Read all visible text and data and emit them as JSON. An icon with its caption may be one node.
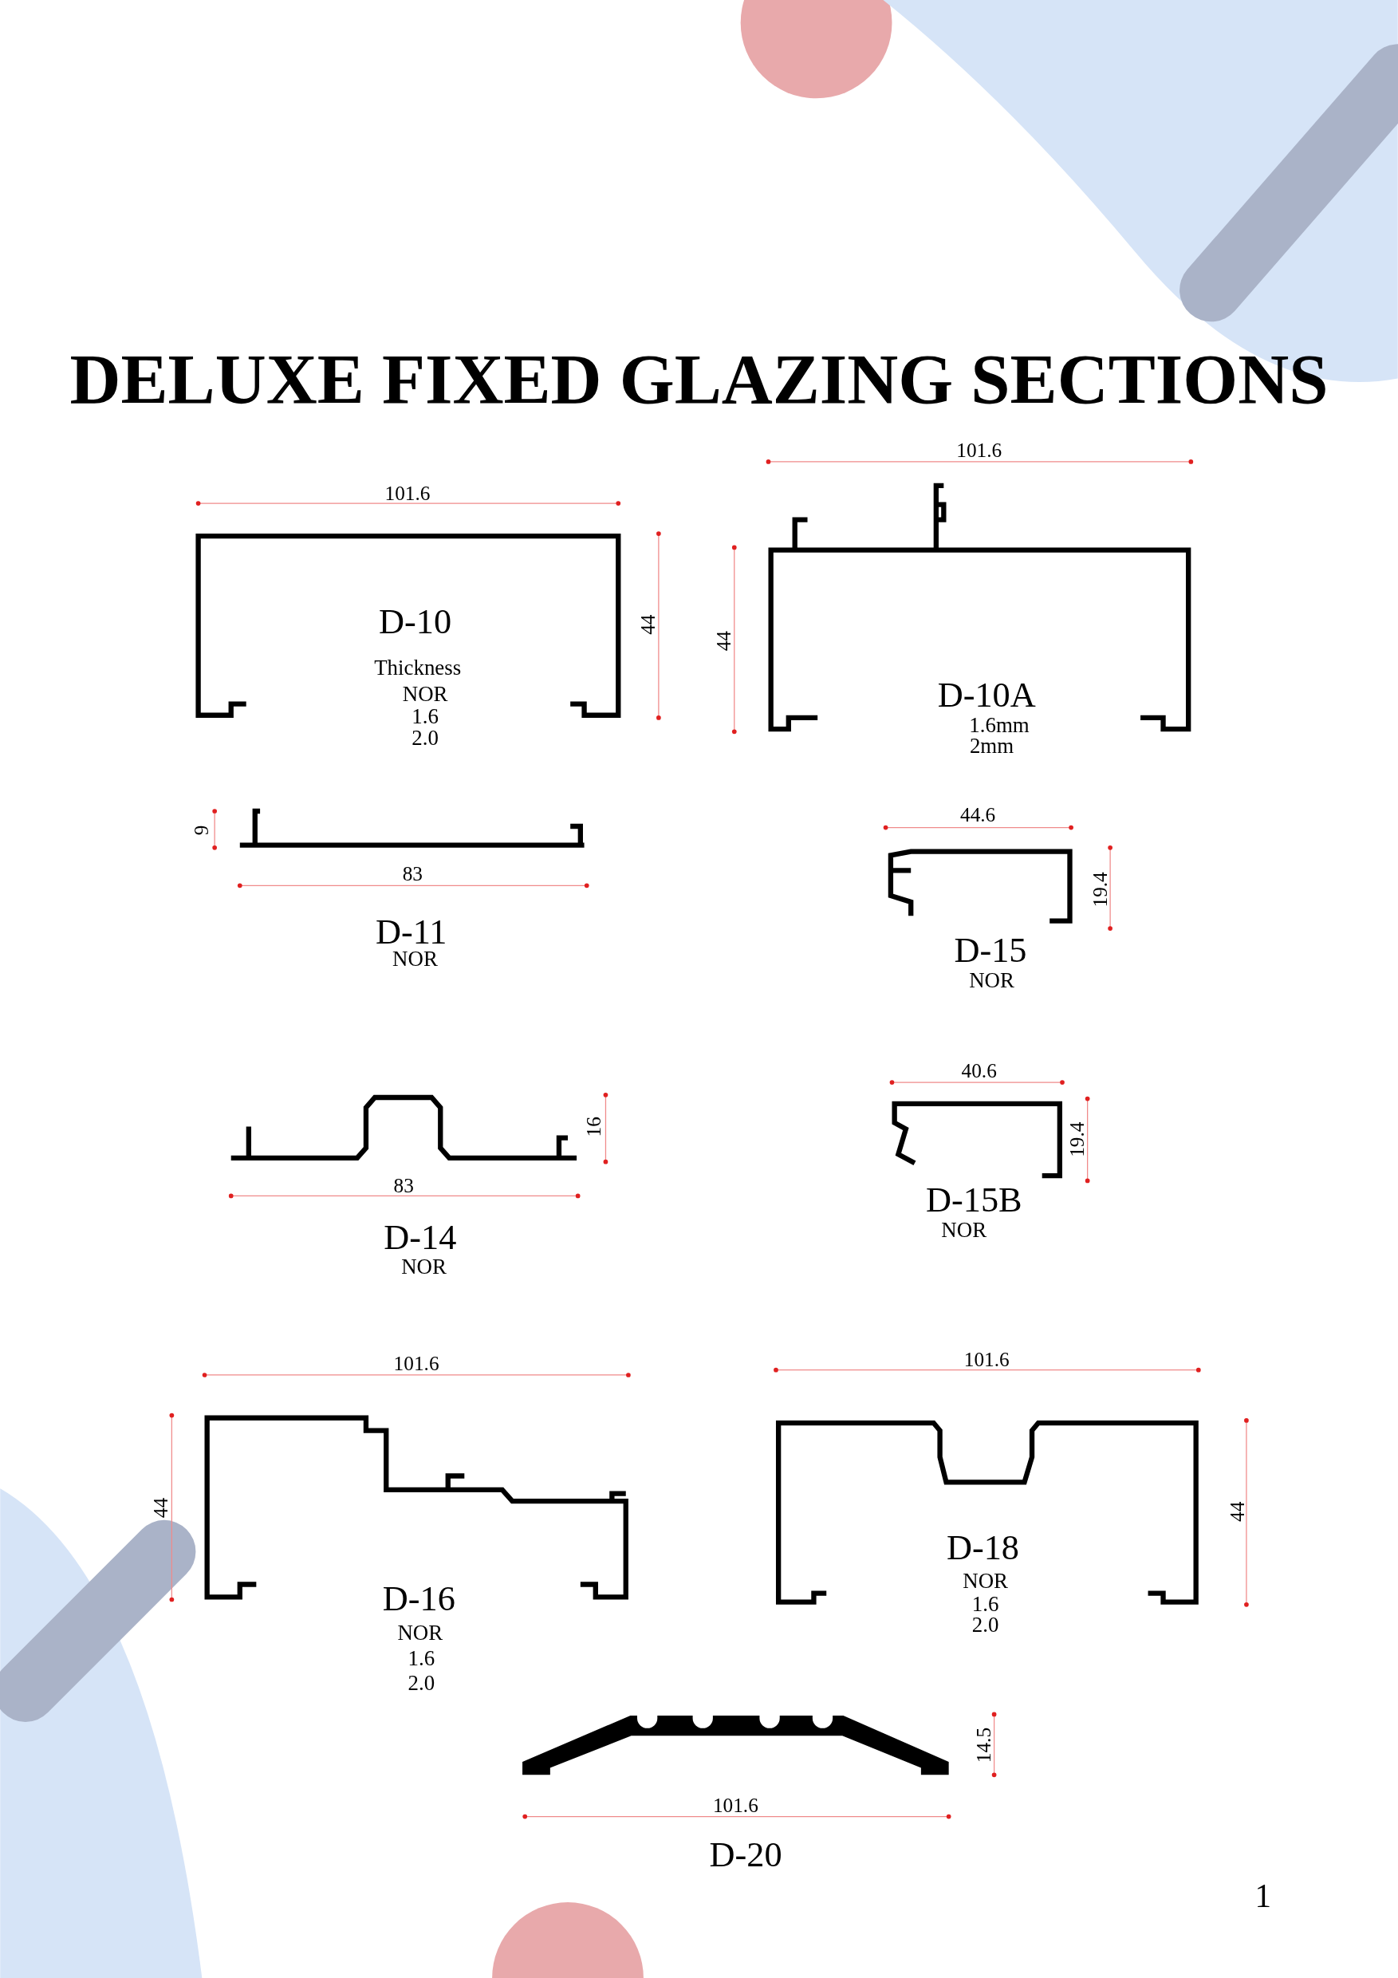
{
  "diagram": {
    "title": "DELUXE FIXED GLAZING SECTIONS",
    "labels": [
      "101.6",
      "44",
      "D-10",
      "Thickness",
      "NOR",
      "1.6",
      "2.0",
      "101.6",
      "44",
      "D-10A",
      "1.6mm",
      "2mm",
      "9",
      "83",
      "D-11",
      "NOR",
      "44.6",
      "19.4",
      "D-15",
      "NOR",
      "16",
      "83",
      "D-14",
      "NOR",
      "40.6",
      "19.4",
      "D-15B",
      "NOR",
      "101.6",
      "44",
      "D-16",
      "NOR",
      "1.6",
      "2.0",
      "101.6",
      "44",
      "D-18",
      "NOR",
      "1.6",
      "2.0",
      "14.5",
      "101.6",
      "D-20",
      "1"
    ]
  }
}
